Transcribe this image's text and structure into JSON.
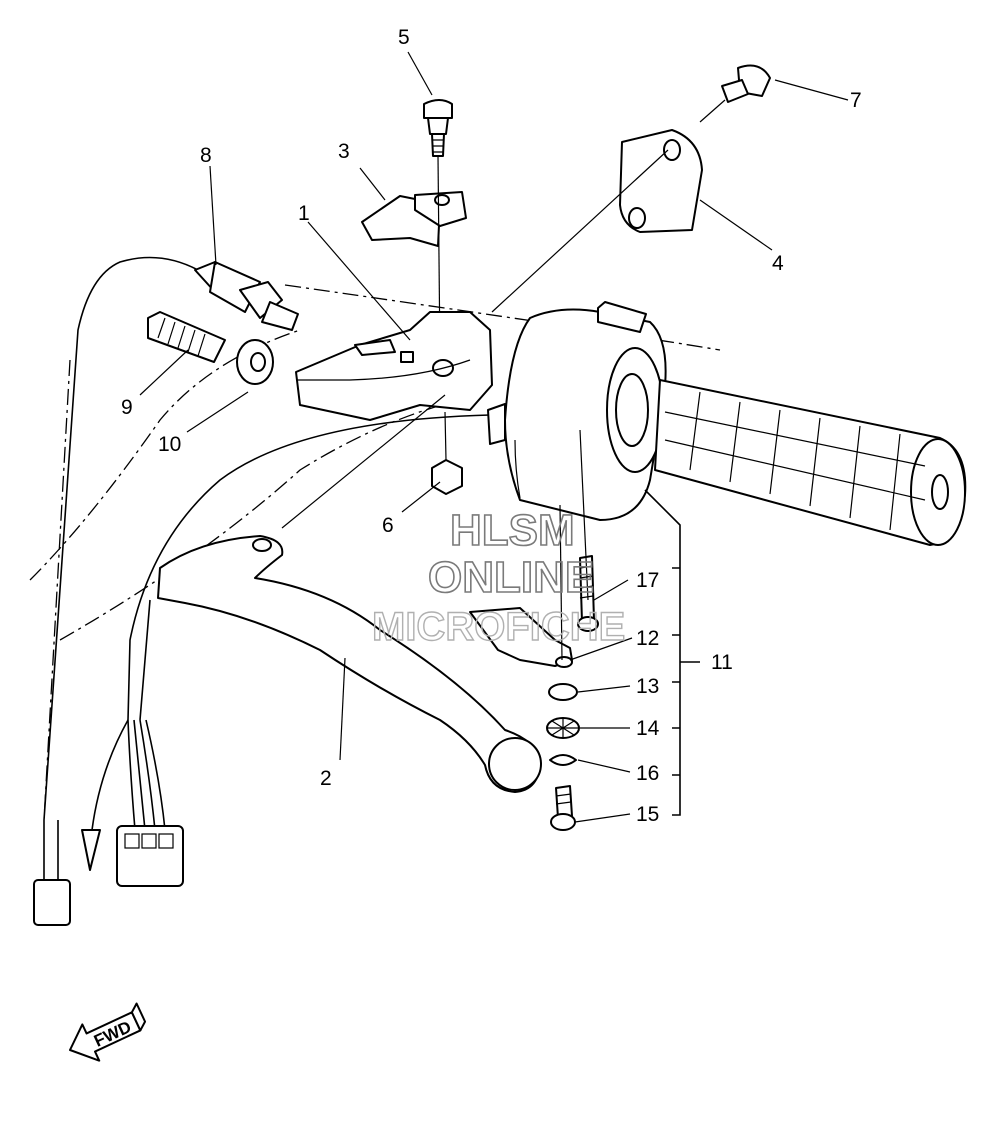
{
  "watermark": {
    "line1": "HLSM",
    "line2": "ONLINE",
    "line3": "MICROFICHE"
  },
  "direction_label": "FWD",
  "callouts": [
    {
      "id": "c1",
      "text": "1"
    },
    {
      "id": "c2",
      "text": "2"
    },
    {
      "id": "c3",
      "text": "3"
    },
    {
      "id": "c4",
      "text": "4"
    },
    {
      "id": "c5",
      "text": "5"
    },
    {
      "id": "c6",
      "text": "6"
    },
    {
      "id": "c7",
      "text": "7"
    },
    {
      "id": "c8",
      "text": "8"
    },
    {
      "id": "c9",
      "text": "9"
    },
    {
      "id": "c10",
      "text": "10"
    },
    {
      "id": "c11",
      "text": "11"
    },
    {
      "id": "c12",
      "text": "12"
    },
    {
      "id": "c13",
      "text": "13"
    },
    {
      "id": "c14",
      "text": "14"
    },
    {
      "id": "c15",
      "text": "15"
    },
    {
      "id": "c16",
      "text": "16"
    },
    {
      "id": "c17",
      "text": "17"
    }
  ]
}
